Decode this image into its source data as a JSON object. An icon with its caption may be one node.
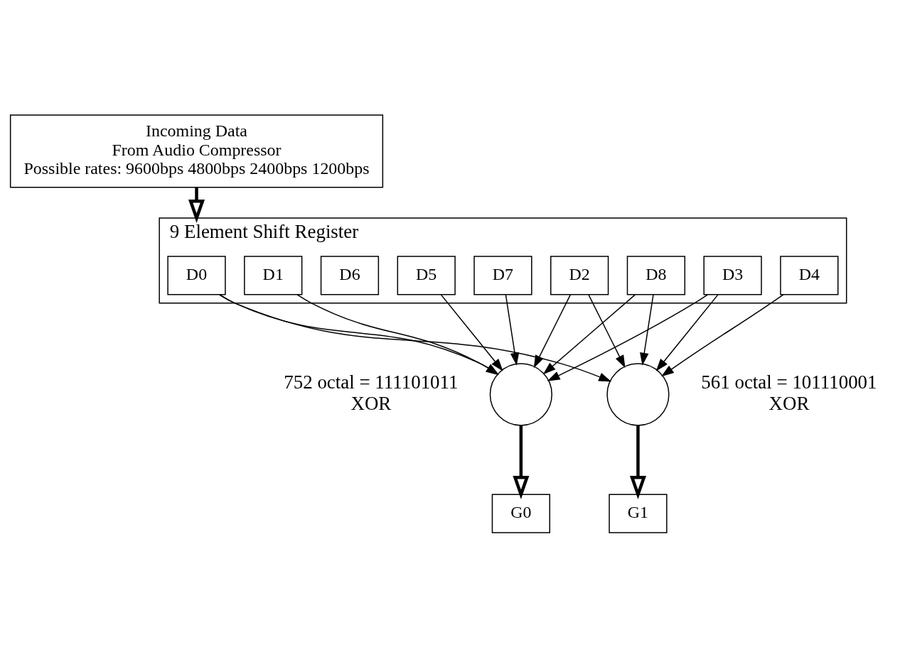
{
  "diagram": {
    "nodes": [
      {
        "text": [
          "Incoming Data",
          "From Audio Compressor",
          "Possible rates: 9600bps 4800bps 2400bps 1200bps"
        ]
      },
      {
        "text": [
          "9 Element Shift Register"
        ]
      },
      {
        "text": [
          "D0"
        ],
        "in": 1
      },
      {
        "text": [
          "D1"
        ],
        "in": 1
      },
      {
        "text": [
          "D2"
        ],
        "in": 1
      },
      {
        "text": [
          "D3"
        ],
        "in": 1
      },
      {
        "text": [
          "D4"
        ],
        "in": 1
      },
      {
        "text": [
          "D5"
        ],
        "in": 1
      },
      {
        "text": [
          "D6"
        ],
        "in": 1
      },
      {
        "text": [
          "D7"
        ],
        "in": 1
      },
      {
        "text": [
          "D8"
        ],
        "in": 1
      },
      {
        "text": [],
        "shape": "circle",
        "beside": [
          "752 octal = 111101011",
          "XOR"
        ]
      },
      {
        "text": [],
        "shape": "circle",
        "beside": [
          "561 octal = 101110001",
          "XOR"
        ]
      },
      {
        "text": [
          "G0"
        ]
      },
      {
        "text": [
          "G1"
        ]
      }
    ],
    "edges": [
      {
        "from": 0,
        "to": 1,
        "arrow": "to",
        "style": "thick"
      },
      {
        "from": 2,
        "to": 11,
        "arrow": "to"
      },
      {
        "from": 2,
        "to": 12,
        "arrow": "to"
      },
      {
        "from": 3,
        "to": 11,
        "arrow": "to"
      },
      {
        "from": 4,
        "to": 11,
        "arrow": "to"
      },
      {
        "from": 4,
        "to": 12,
        "arrow": "to"
      },
      {
        "from": 5,
        "to": 11,
        "arrow": "to"
      },
      {
        "from": 5,
        "to": 12,
        "arrow": "to"
      },
      {
        "from": 6,
        "to": 12,
        "arrow": "to"
      },
      {
        "from": 7,
        "to": 11,
        "arrow": "to"
      },
      {
        "from": 9,
        "to": 11,
        "arrow": "to"
      },
      {
        "from": 10,
        "to": 11,
        "arrow": "to"
      },
      {
        "from": 10,
        "to": 12,
        "arrow": "to"
      },
      {
        "from": 11,
        "to": 13,
        "arrow": "to",
        "style": "thick"
      },
      {
        "from": 12,
        "to": 14,
        "arrow": "to",
        "style": "thick"
      }
    ]
  }
}
